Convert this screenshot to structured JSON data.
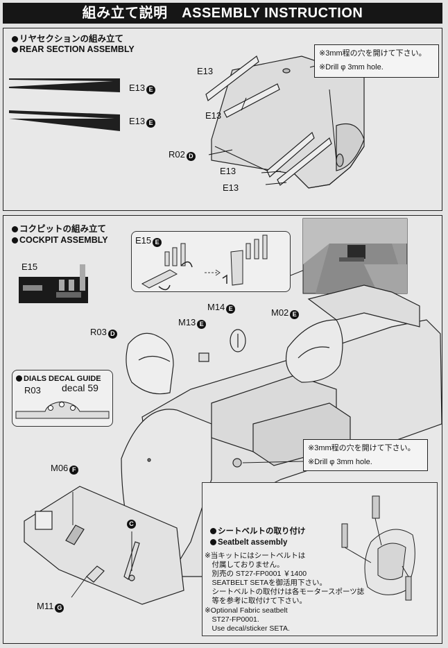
{
  "title": "組み立て説明　ASSEMBLY INSTRUCTION",
  "rear": {
    "heading_jp": "リヤセクションの組み立て",
    "heading_en": "REAR SECTION ASSEMBLY",
    "e13_label": "E13",
    "e_badge": "E",
    "d_badge": "D",
    "r02_label": "R02",
    "note_jp": "※3mm程の穴を開けて下さい。",
    "note_en": "※Drill φ 3mm hole."
  },
  "cockpit": {
    "heading_jp": "コクピットの組み立て",
    "heading_en": "COCKPIT ASSEMBLY",
    "e15_label": "E15",
    "m14_label": "M14",
    "m13_label": "M13",
    "m02_label": "M02",
    "r03_label": "R03",
    "m06_label": "M06",
    "m11_label": "M11",
    "f_badge": "F",
    "c_badge": "C",
    "g_badge": "G",
    "dials_title": "DIALS DECAL GUIDE",
    "dials_r03": "R03",
    "dials_decal": "decal 59",
    "note_jp": "※3mm程の穴を開けて下さい。",
    "note_en": "※Drill φ 3mm hole."
  },
  "seatbelt": {
    "heading_jp": "シートベルトの取り付け",
    "heading_en": "Seatbelt assembly",
    "lines": [
      "※当キットにはシートベルトは",
      "　付属しておりません。",
      "　別売の ST27-FP0001 ￥1400",
      "　SEATBELT SETAを御活用下さい。",
      "　シートベルトの取付けは各モータースポーツ誌",
      "　等を参考に取付けて下さい。",
      "※Optional Fabric seatbelt",
      "　ST27-FP0001.",
      "　Use decal/sticker SETA."
    ]
  }
}
